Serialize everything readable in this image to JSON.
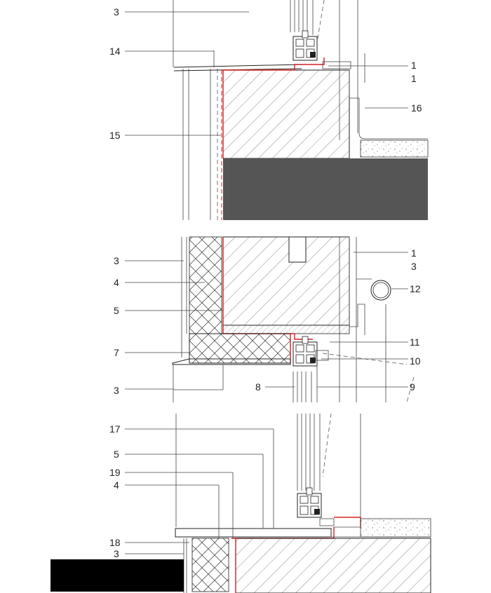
{
  "labels": {
    "s1": {
      "a": "3",
      "b": "14",
      "c": "15",
      "d": "1",
      "e": "1",
      "f": "16"
    },
    "s2": {
      "a": "3",
      "b": "4",
      "c": "5",
      "d": "7",
      "e": "3",
      "f": "8",
      "g": "1",
      "h": "3",
      "i": "12",
      "j": "11",
      "k": "10",
      "l": "9"
    },
    "s3": {
      "a": "17",
      "b": "5",
      "c": "19",
      "d": "4",
      "e": "18",
      "f": "3"
    }
  },
  "colors": {
    "line": "#222222",
    "seal": "#d42020",
    "concrete": "#555555",
    "ground": "#000000"
  }
}
